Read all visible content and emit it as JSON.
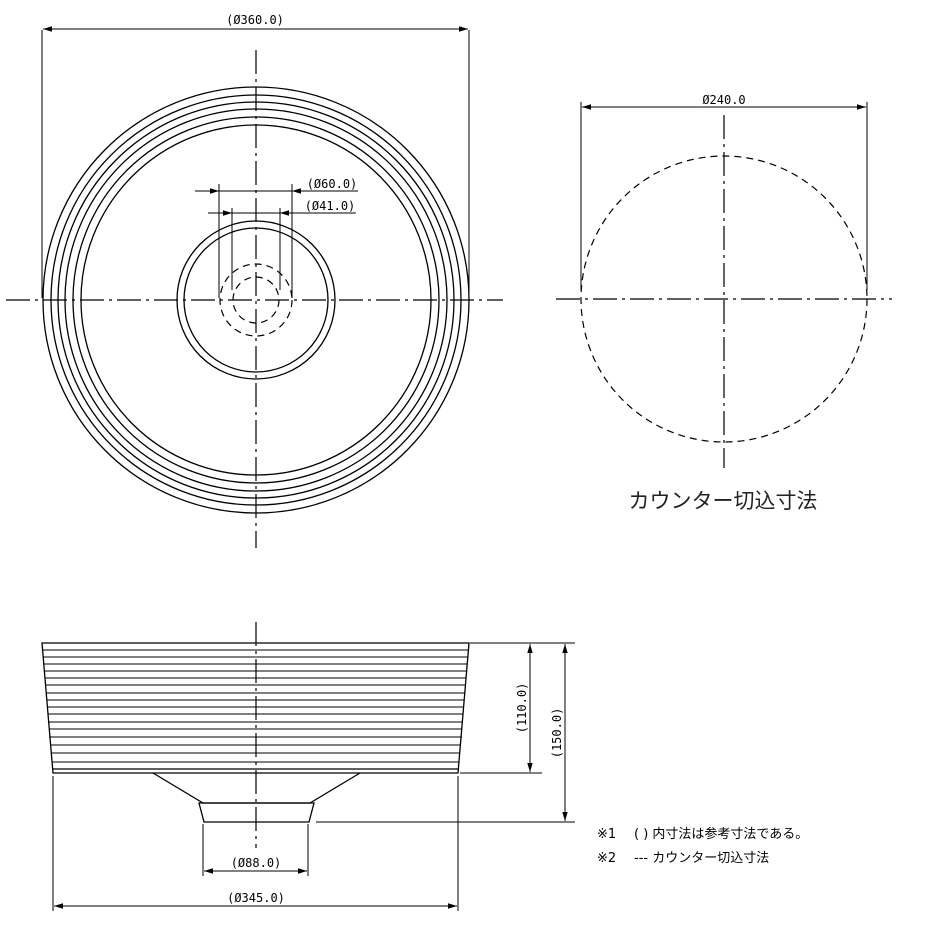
{
  "dimensions": {
    "top_diameter": "(Ø360.0)",
    "drain_outer": "(Ø60.0)",
    "drain_inner": "(Ø41.0)",
    "cutout_diameter": "Ø240.0",
    "bowl_depth": "(110.0)",
    "total_height": "(150.0)",
    "base_diameter": "(Ø88.0)",
    "bottom_diameter": "(Ø345.0)"
  },
  "labels": {
    "cutout_caption": "カウンター切込寸法"
  },
  "notes": {
    "note1_mark": "※1",
    "note1_text": "(  ) 内寸法は参考寸法である。",
    "note2_mark": "※2",
    "note2_text": "---  カウンター切込寸法"
  }
}
